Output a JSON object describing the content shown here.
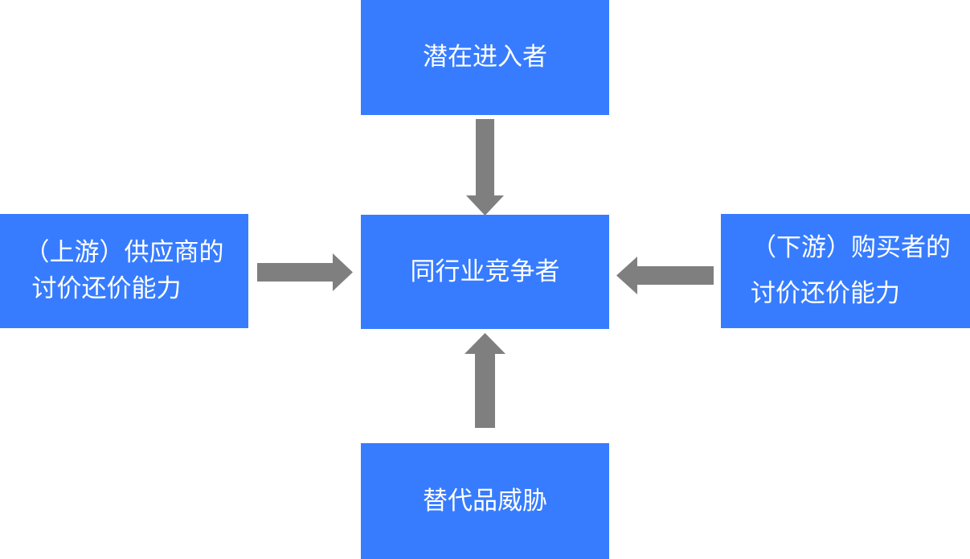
{
  "diagram": {
    "colors": {
      "box_fill": "#377cff",
      "box_text": "#ffffff",
      "arrow_fill": "#7f7f7f"
    },
    "nodes": {
      "potential_entrants": {
        "label": "潜在进入者"
      },
      "industry_competitors": {
        "label": "同行业竞争者"
      },
      "substitutes": {
        "label": "替代品威胁"
      },
      "suppliers": {
        "line1": "（上游）供应商的",
        "line2": "讨价还价能力"
      },
      "buyers": {
        "line1": "（下游）购买者的",
        "line2": "讨价还价能力"
      }
    },
    "edges": [
      {
        "from": "potential_entrants",
        "to": "industry_competitors"
      },
      {
        "from": "suppliers",
        "to": "industry_competitors"
      },
      {
        "from": "buyers",
        "to": "industry_competitors"
      },
      {
        "from": "substitutes",
        "to": "industry_competitors"
      }
    ]
  }
}
